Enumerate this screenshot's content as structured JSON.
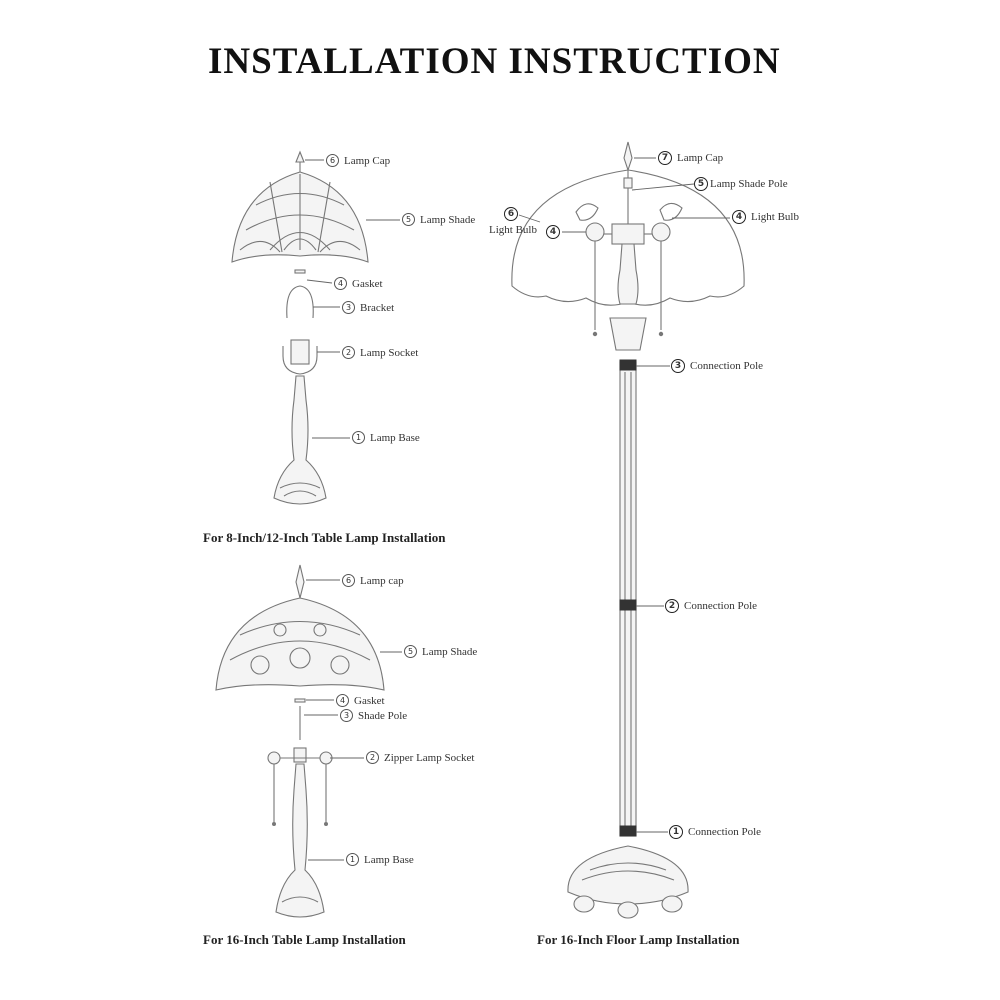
{
  "title": "INSTALLATION INSTRUCTION",
  "diagrams": {
    "table_small": {
      "caption": "For 8-Inch/12-Inch Table Lamp Installation",
      "parts": [
        {
          "num": "6",
          "label": "Lamp Cap"
        },
        {
          "num": "5",
          "label": "Lamp Shade"
        },
        {
          "num": "4",
          "label": "Gasket"
        },
        {
          "num": "3",
          "label": "Bracket"
        },
        {
          "num": "2",
          "label": "Lamp Socket"
        },
        {
          "num": "1",
          "label": "Lamp Base"
        }
      ]
    },
    "table_16": {
      "caption": "For 16-Inch Table Lamp Installation",
      "parts": [
        {
          "num": "6",
          "label": "Lamp cap"
        },
        {
          "num": "5",
          "label": "Lamp Shade"
        },
        {
          "num": "4",
          "label": "Gasket"
        },
        {
          "num": "3",
          "label": "Shade Pole"
        },
        {
          "num": "2",
          "label": "Zipper Lamp Socket"
        },
        {
          "num": "1",
          "label": "Lamp Base"
        }
      ]
    },
    "floor_16": {
      "caption": "For 16-Inch Floor Lamp Installation",
      "parts": [
        {
          "num": "7",
          "label": "Lamp Cap"
        },
        {
          "num": "5",
          "label": "Lamp Shade Pole"
        },
        {
          "num": "6",
          "label": "Light Bulb"
        },
        {
          "num": "4",
          "label": "Light Bulb"
        },
        {
          "num": "4",
          "label": ""
        },
        {
          "num": "3",
          "label": "Connection Pole"
        },
        {
          "num": "2",
          "label": "Connection Pole"
        },
        {
          "num": "1",
          "label": "Connection Pole"
        }
      ]
    }
  }
}
